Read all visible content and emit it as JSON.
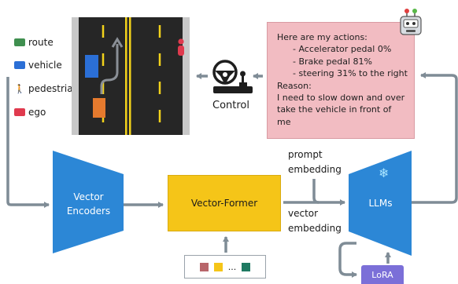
{
  "legend": [
    {
      "label": "route",
      "color": "#3f8f4f"
    },
    {
      "label": "vehicle",
      "color": "#2b6fd6"
    },
    {
      "label": "pedestrian",
      "color": "#e03a4e"
    },
    {
      "label": "ego",
      "color": "#e05a2a"
    }
  ],
  "control": {
    "label": "Control"
  },
  "actions": {
    "heading": "Here are my actions:",
    "items": [
      "- Accelerator pedal 0%",
      "- Brake pedal 81%",
      "- steering 31% to the right"
    ],
    "reason_heading": "Reason:",
    "reason_lines": [
      "I need to slow down and over",
      "take the vehicle in front of me"
    ]
  },
  "blocks": {
    "vector_encoders": {
      "line1": "Vector",
      "line2": "Encoders"
    },
    "vector_former": "Vector-Former",
    "llms": "LLMs",
    "lora": "LoRA"
  },
  "edges": {
    "prompt": {
      "line1": "prompt",
      "line2": "embedding"
    },
    "vector": {
      "line1": "vector",
      "line2": "embedding"
    }
  },
  "tokens": {
    "ellipsis": "...",
    "colors": [
      "#b8666b",
      "#f5c518",
      "#1f7a62"
    ]
  },
  "colors": {
    "encoder_blue": "#2c87d6",
    "former_yellow": "#f5c518",
    "action_pink": "#f2bcc2",
    "lora_purple": "#7b6fd8",
    "arrow_gray": "#7f8c96"
  }
}
